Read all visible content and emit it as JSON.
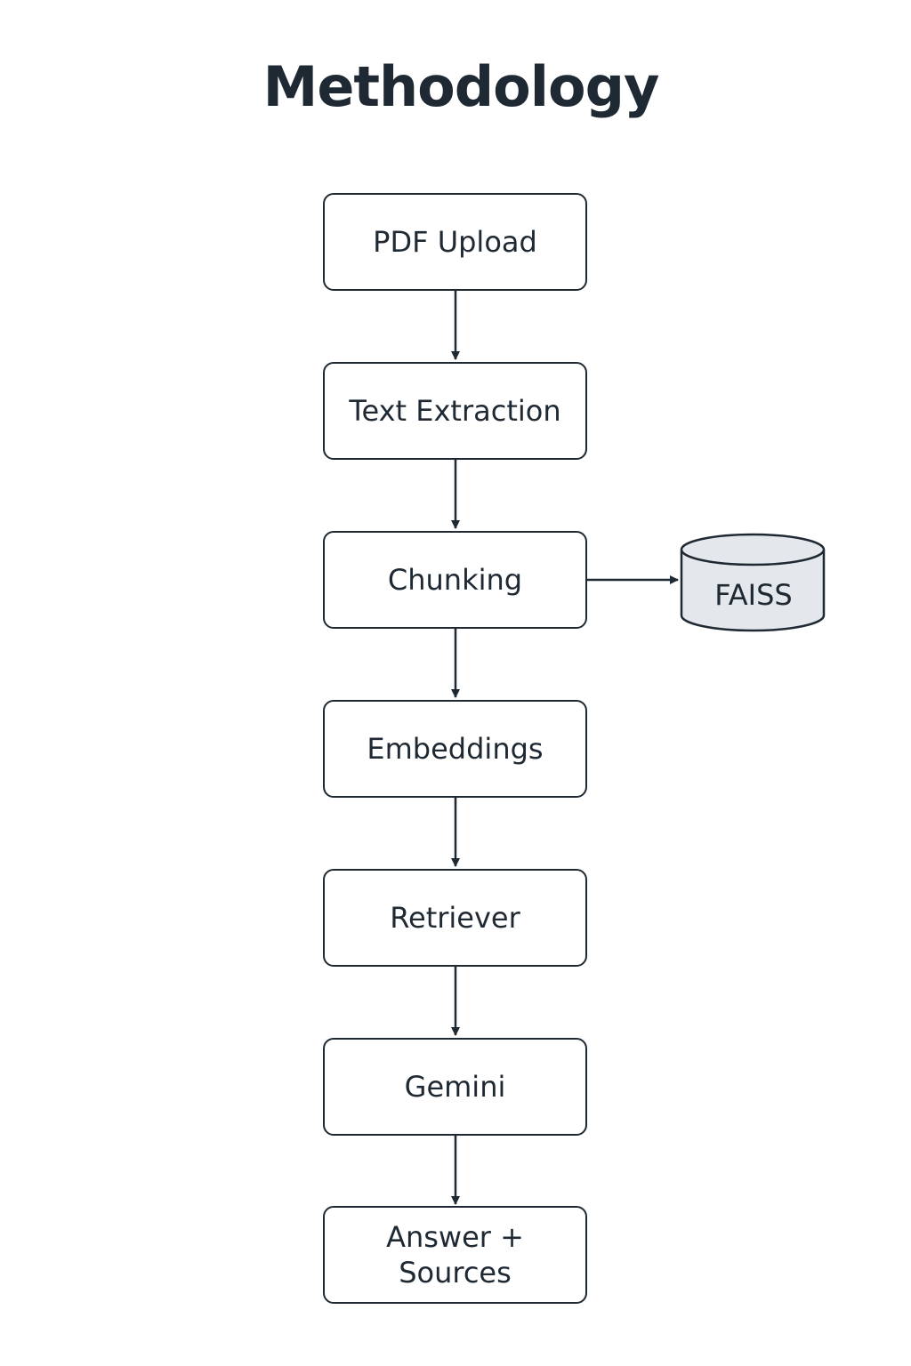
{
  "title": "Methodology",
  "nodes": [
    {
      "id": "pdf-upload",
      "label": "PDF Upload"
    },
    {
      "id": "text-extraction",
      "label": "Text Extraction"
    },
    {
      "id": "chunking",
      "label": "Chunking"
    },
    {
      "id": "embeddings",
      "label": "Embeddings"
    },
    {
      "id": "retriever",
      "label": "Retriever"
    },
    {
      "id": "gemini",
      "label": "Gemini"
    },
    {
      "id": "answer-sources",
      "label": "Answer +\nSources"
    }
  ],
  "store": {
    "label": "FAISS",
    "fill": "#e4e7eb"
  },
  "edges": [
    {
      "from": "pdf-upload",
      "to": "text-extraction"
    },
    {
      "from": "text-extraction",
      "to": "chunking"
    },
    {
      "from": "chunking",
      "to": "embeddings"
    },
    {
      "from": "embeddings",
      "to": "retriever"
    },
    {
      "from": "retriever",
      "to": "gemini"
    },
    {
      "from": "gemini",
      "to": "answer-sources"
    },
    {
      "from": "chunking",
      "to": "faiss"
    }
  ],
  "colors": {
    "stroke": "#1f2933",
    "text": "#1f2933",
    "background": "#ffffff"
  }
}
